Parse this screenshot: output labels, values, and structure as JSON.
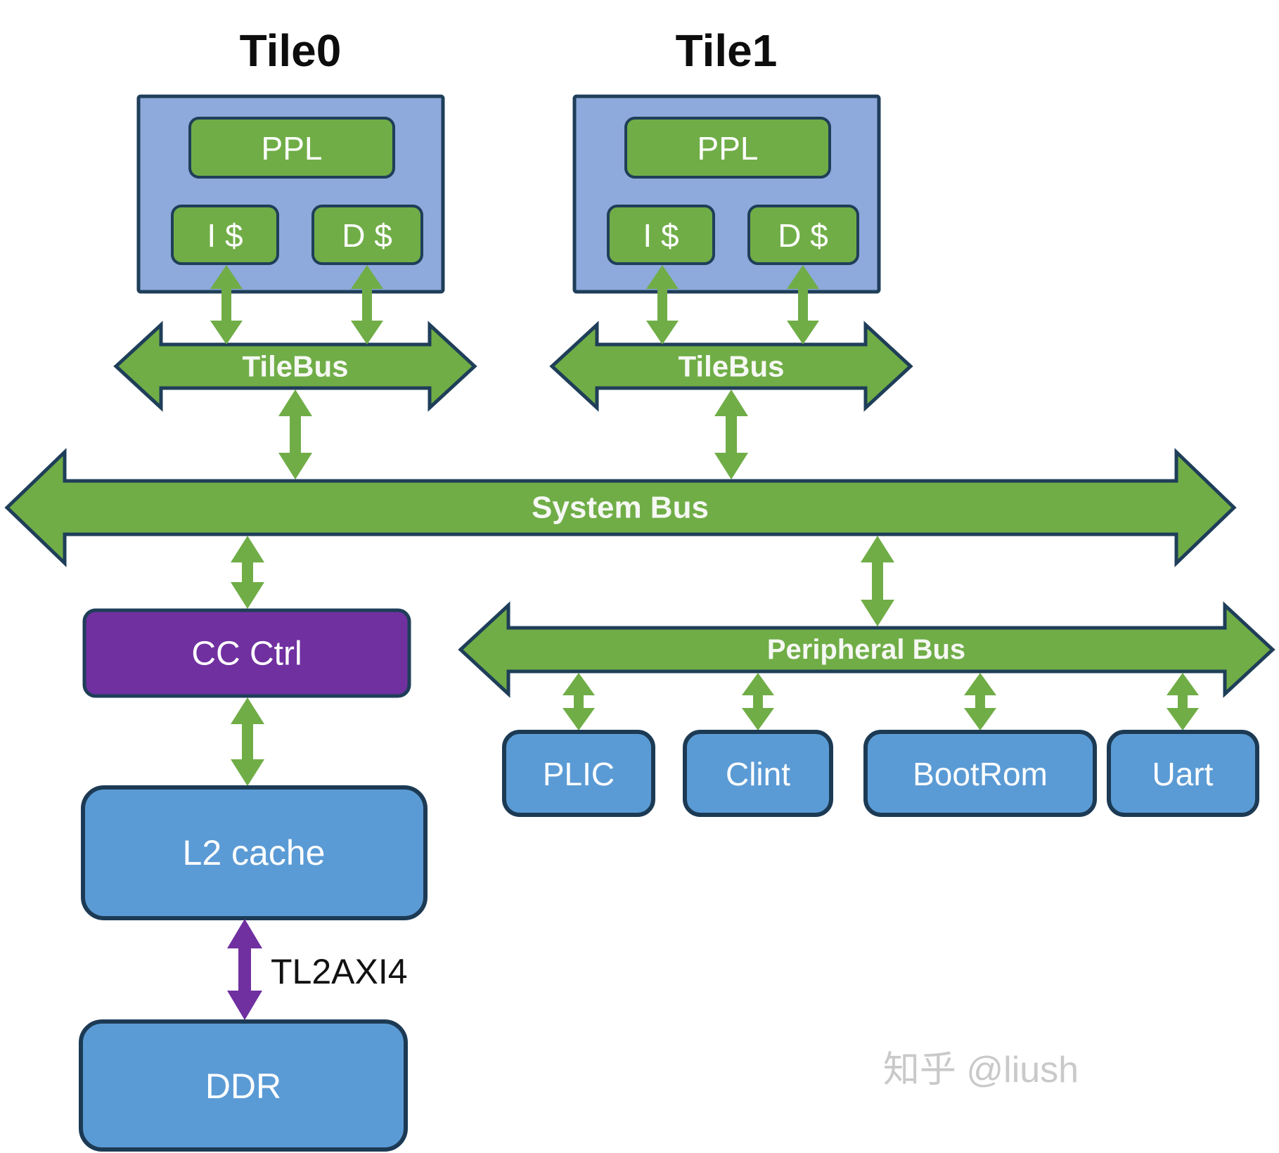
{
  "tiles": [
    {
      "title": "Tile0",
      "ppl": "PPL",
      "icache": "I $",
      "dcache": "D $",
      "bus_label": "TileBus"
    },
    {
      "title": "Tile1",
      "ppl": "PPL",
      "icache": "I $",
      "dcache": "D $",
      "bus_label": "TileBus"
    }
  ],
  "buses": {
    "system": "System Bus",
    "peripheral": "Peripheral Bus"
  },
  "nodes": {
    "cc_ctrl": "CC Ctrl",
    "l2_cache": "L2 cache",
    "ddr": "DDR",
    "plic": "PLIC",
    "clint": "Clint",
    "bootrom": "BootRom",
    "uart": "Uart"
  },
  "labels": {
    "tl2axi4": "TL2AXI4"
  },
  "watermark": "知乎 @liush",
  "colors": {
    "green": "#70ad47",
    "tile_blue": "#8ea9db",
    "box_blue": "#5b9bd5",
    "purple": "#7030a0",
    "outline": "#1f3e59",
    "watermark_gray": "#c9c9c9"
  }
}
